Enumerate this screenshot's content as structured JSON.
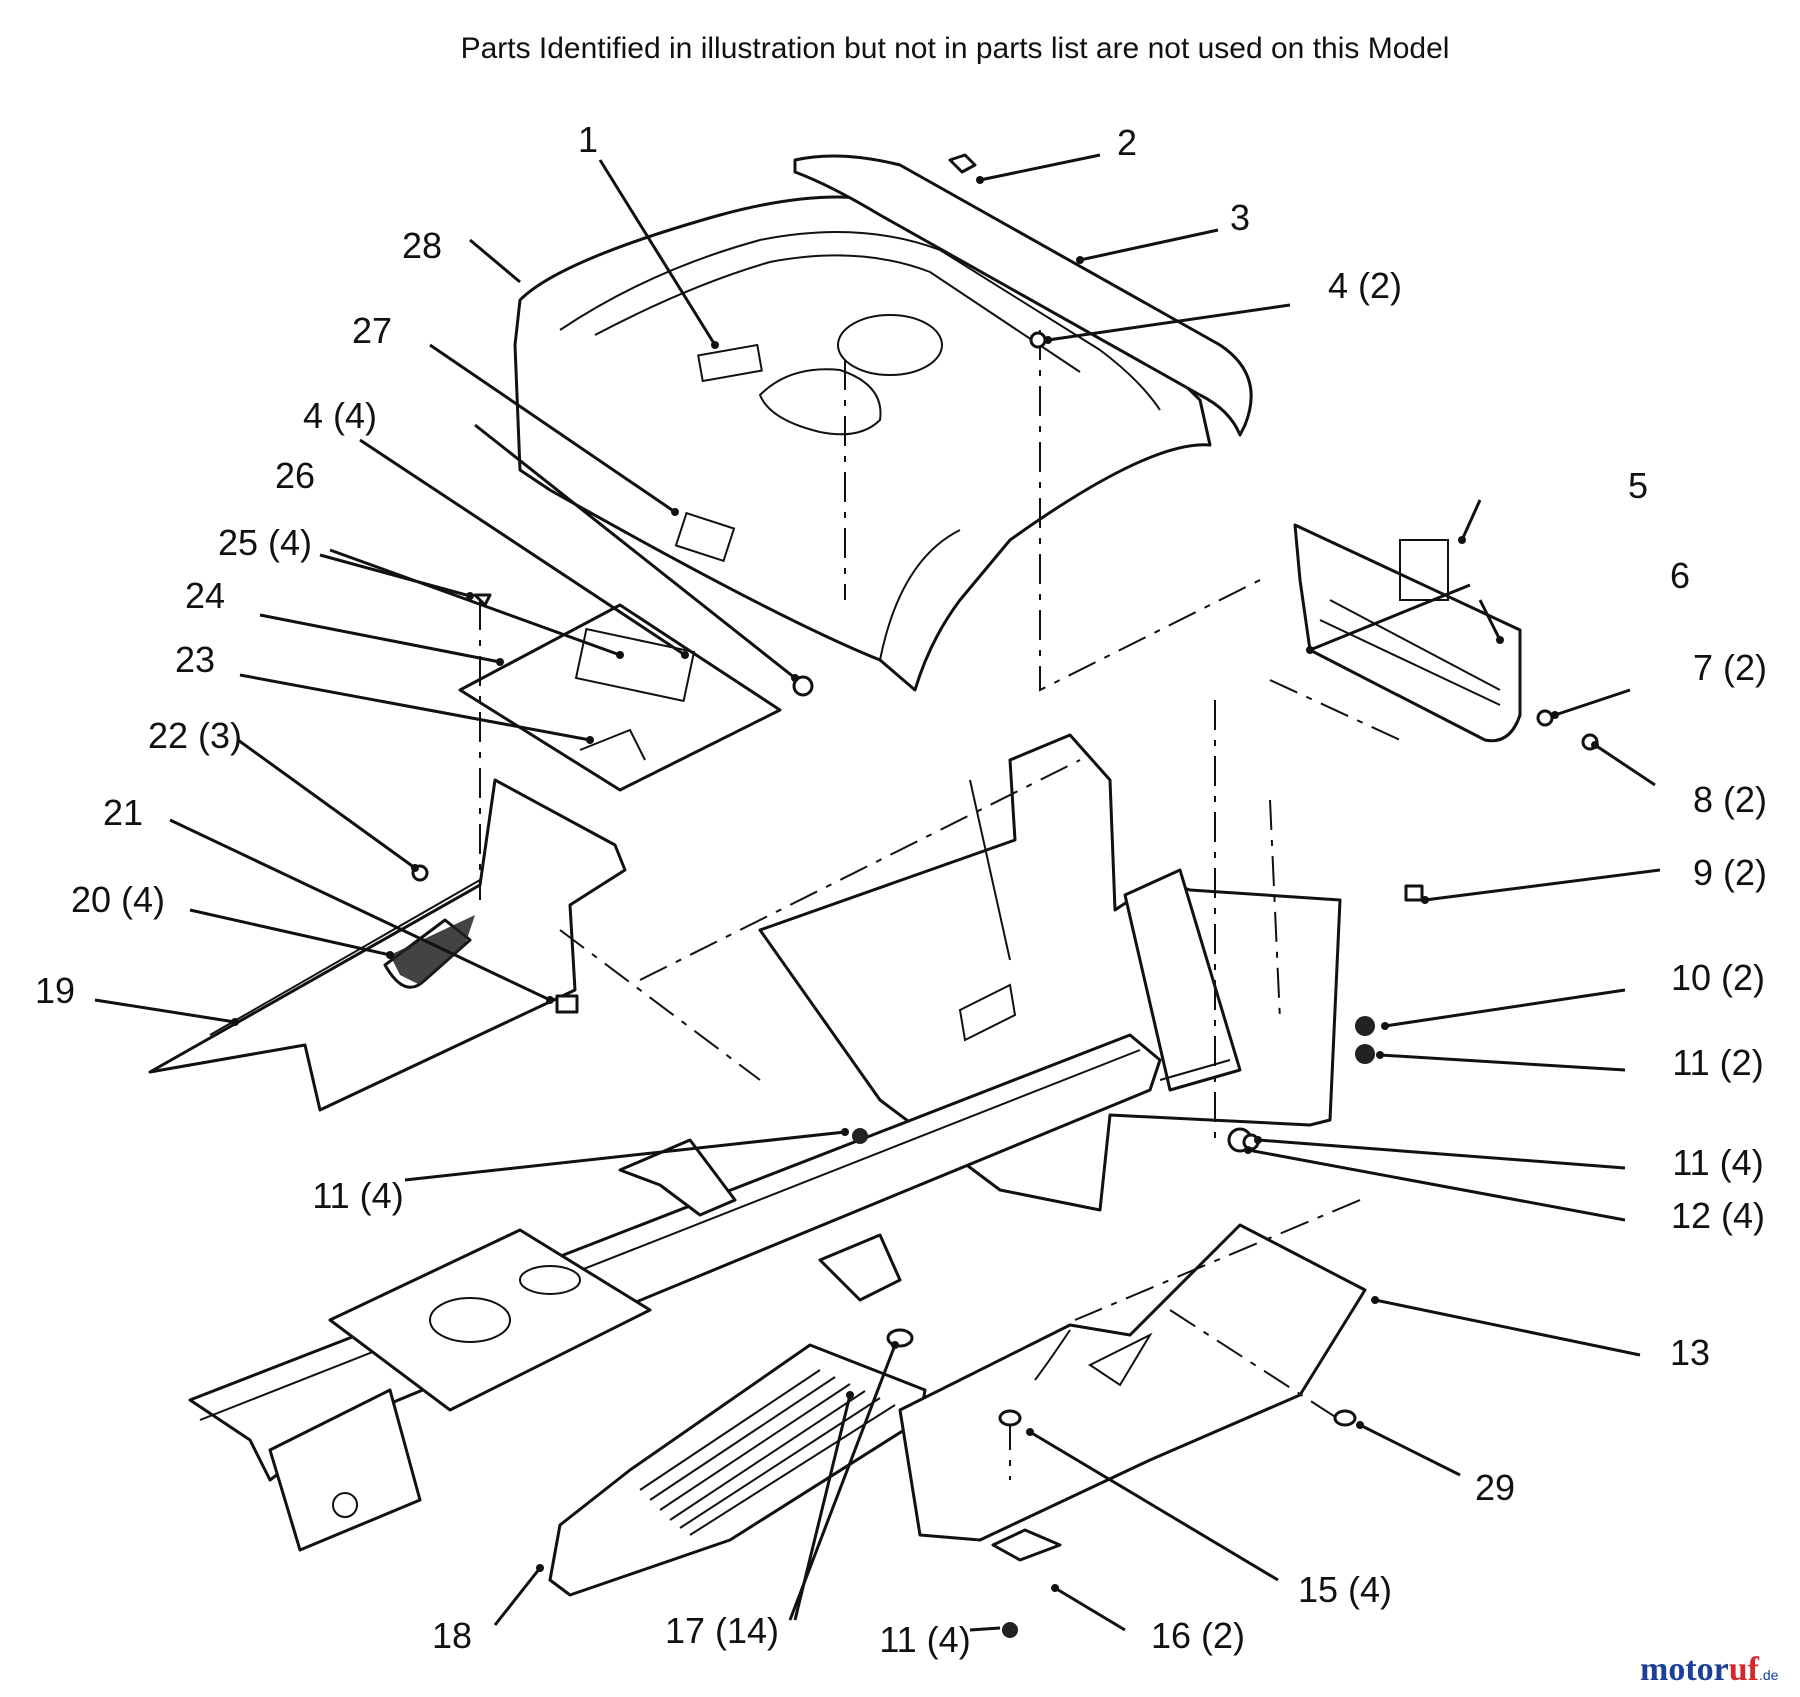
{
  "header": {
    "note": "Parts Identified  in illustration but not in parts list are not used on this Model"
  },
  "callouts": [
    {
      "id": "c1",
      "text": "1"
    },
    {
      "id": "c2",
      "text": "2"
    },
    {
      "id": "c3",
      "text": "3"
    },
    {
      "id": "c4a",
      "text": "4 (2)"
    },
    {
      "id": "c4b",
      "text": "4 (4)"
    },
    {
      "id": "c5",
      "text": "5"
    },
    {
      "id": "c6",
      "text": "6"
    },
    {
      "id": "c7",
      "text": "7 (2)"
    },
    {
      "id": "c8",
      "text": "8 (2)"
    },
    {
      "id": "c9",
      "text": "9 (2)"
    },
    {
      "id": "c10",
      "text": "10 (2)"
    },
    {
      "id": "c11a",
      "text": "11 (2)"
    },
    {
      "id": "c11b",
      "text": "11 (4)"
    },
    {
      "id": "c11c",
      "text": "11 (4)"
    },
    {
      "id": "c11d",
      "text": "11 (4)"
    },
    {
      "id": "c12",
      "text": "12 (4)"
    },
    {
      "id": "c13",
      "text": "13"
    },
    {
      "id": "c15",
      "text": "15 (4)"
    },
    {
      "id": "c16",
      "text": "16 (2)"
    },
    {
      "id": "c17",
      "text": "17 (14)"
    },
    {
      "id": "c18",
      "text": "18"
    },
    {
      "id": "c19",
      "text": "19"
    },
    {
      "id": "c20",
      "text": "20 (4)"
    },
    {
      "id": "c21",
      "text": "21"
    },
    {
      "id": "c22",
      "text": "22 (3)"
    },
    {
      "id": "c23",
      "text": "23"
    },
    {
      "id": "c24",
      "text": "24"
    },
    {
      "id": "c25",
      "text": "25 (4)"
    },
    {
      "id": "c26",
      "text": "26"
    },
    {
      "id": "c27",
      "text": "27"
    },
    {
      "id": "c28",
      "text": "28"
    },
    {
      "id": "c29",
      "text": "29"
    }
  ],
  "watermark": {
    "brand_part1": "motor",
    "brand_part2": "uf",
    "suffix": ".de"
  }
}
